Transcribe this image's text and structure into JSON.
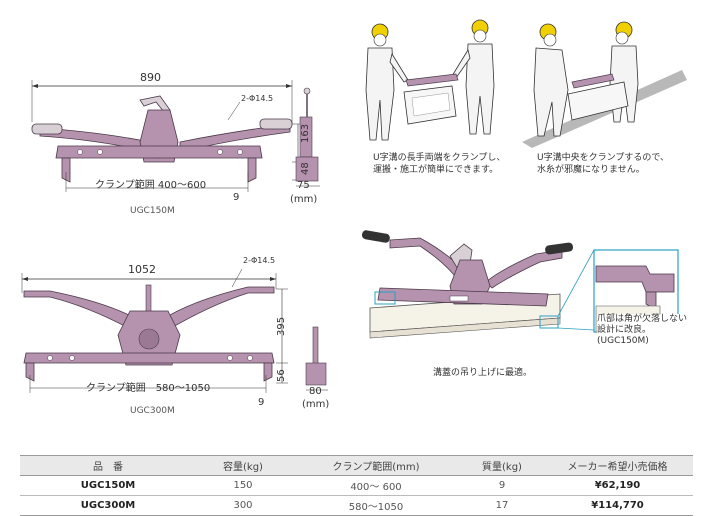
{
  "ugc150": {
    "width_dim": "890",
    "hole_dim": "2-Φ14.5",
    "height_dim": "163",
    "lower_dim": "48",
    "clamp_label": "クランプ範囲 400〜600",
    "offset_dim": "9",
    "side_dim": "75",
    "unit": "(mm)",
    "model_label": "UGC150M"
  },
  "ugc300": {
    "width_dim": "1052",
    "hole_dim": "2-Φ14.5",
    "height_dim": "395",
    "lower_dim": "56",
    "clamp_label": "クランプ範囲　580〜1050",
    "offset_dim": "9",
    "side_dim": "80",
    "unit": "(mm)",
    "model_label": "UGC300M"
  },
  "captions": {
    "left_line1": "U字溝の長手両端をクランプし、",
    "left_line2": "運搬・施工が簡単にできます。",
    "right_line1": "U字溝中央をクランプするので、",
    "right_line2": "水糸が邪魔になりません。",
    "bottom": "溝蓋の吊り上げに最適。",
    "detail_line1": "爪部は角が欠落しない",
    "detail_line2": "設計に改良。",
    "detail_line3": "(UGC150M)"
  },
  "table": {
    "headers": [
      "品　番",
      "容量(kg)",
      "クランプ範囲(mm)",
      "質量(kg)",
      "メーカー希望小売価格"
    ],
    "rows": [
      [
        "UGC150M",
        "150",
        "400〜 600",
        "9",
        "¥62,190"
      ],
      [
        "UGC300M",
        "300",
        "580〜1050",
        "17",
        "¥114,770"
      ]
    ]
  },
  "colors": {
    "body": "#b592ae",
    "body_stroke": "#4a3a48",
    "grip": "#3a3a3a",
    "accent": "#2aa0c0",
    "helmet": "#f0d000"
  }
}
